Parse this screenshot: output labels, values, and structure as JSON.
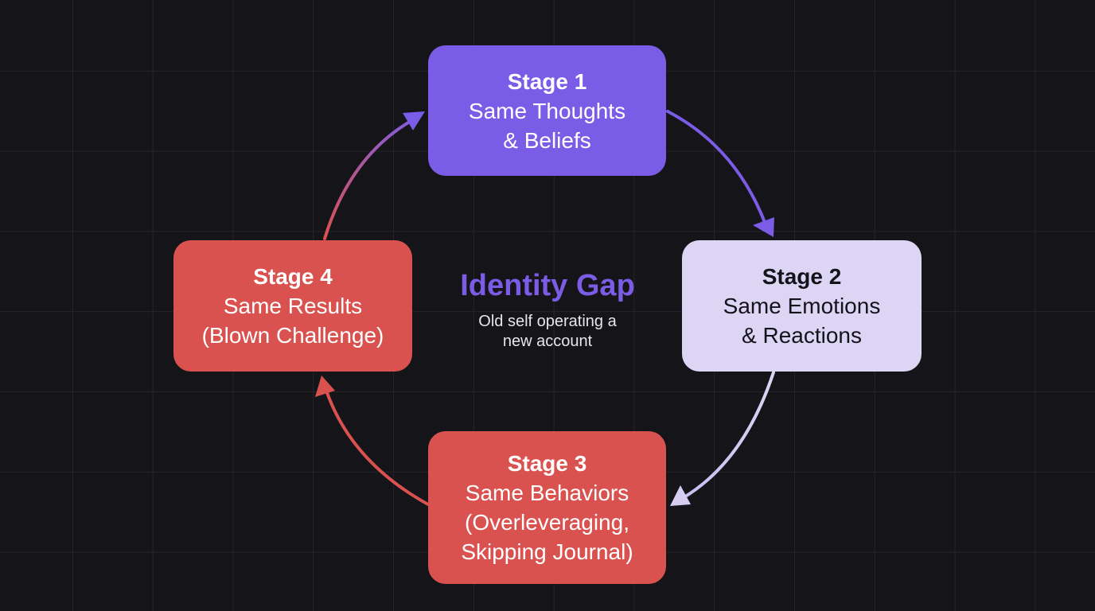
{
  "diagram": {
    "stages": [
      {
        "title": "Stage 1",
        "lines": [
          "Same Thoughts",
          "& Beliefs"
        ],
        "color": "#7b5ce6"
      },
      {
        "title": "Stage 2",
        "lines": [
          "Same Emotions",
          "& Reactions"
        ],
        "color": "#dcd5f4"
      },
      {
        "title": "Stage 3",
        "lines": [
          "Same Behaviors",
          "(Overleveraging,",
          "Skipping Journal)"
        ],
        "color": "#d9524f"
      },
      {
        "title": "Stage 4",
        "lines": [
          "Same Results",
          "(Blown Challenge)"
        ],
        "color": "#d9524f"
      }
    ],
    "center": {
      "title": "Identity Gap",
      "subtitle": "Old self operating a new account"
    },
    "colors": {
      "background": "#151419",
      "grid": "#26252b",
      "purple": "#7b5ce6",
      "lavender": "#dcd5f4",
      "red": "#d9524f"
    }
  }
}
